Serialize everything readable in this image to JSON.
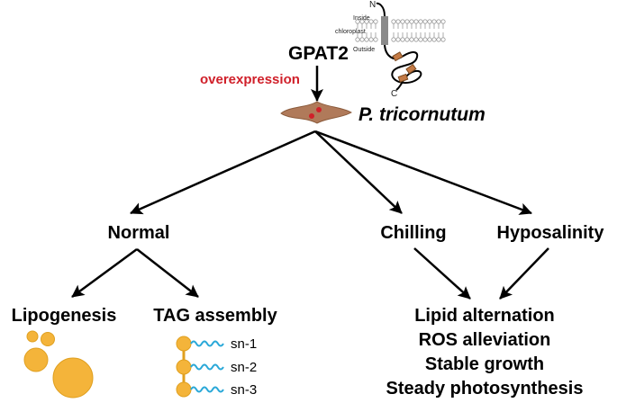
{
  "protein": {
    "name": "GPAT2",
    "terminal_n": "N",
    "terminal_c": "C",
    "side_inside": "Inside",
    "side_outside": "Outside",
    "membrane_label": "chloroplast"
  },
  "treatment": {
    "label": "overexpression"
  },
  "organism": {
    "name": "P. tricornutum"
  },
  "conditions": [
    {
      "label": "Normal"
    },
    {
      "label": "Chilling"
    },
    {
      "label": "Hyposalinity"
    }
  ],
  "normal_outcomes": [
    {
      "label": "Lipogenesis"
    },
    {
      "label": "TAG assembly"
    }
  ],
  "tag_positions": [
    "sn-1",
    "sn-2",
    "sn-3"
  ],
  "stress_outcomes": [
    "Lipid alternation",
    "ROS alleviation",
    "Stable growth",
    "Steady photosynthesis"
  ],
  "colors": {
    "accent_red": "#d0202a",
    "lipid_orange": "#f4b43a",
    "lipid_orange_edge": "#e0a020",
    "cell_brown": "#b07a5a",
    "fatty_acid_blue": "#2aa8d8",
    "membrane_gray": "#9a9a9a"
  }
}
